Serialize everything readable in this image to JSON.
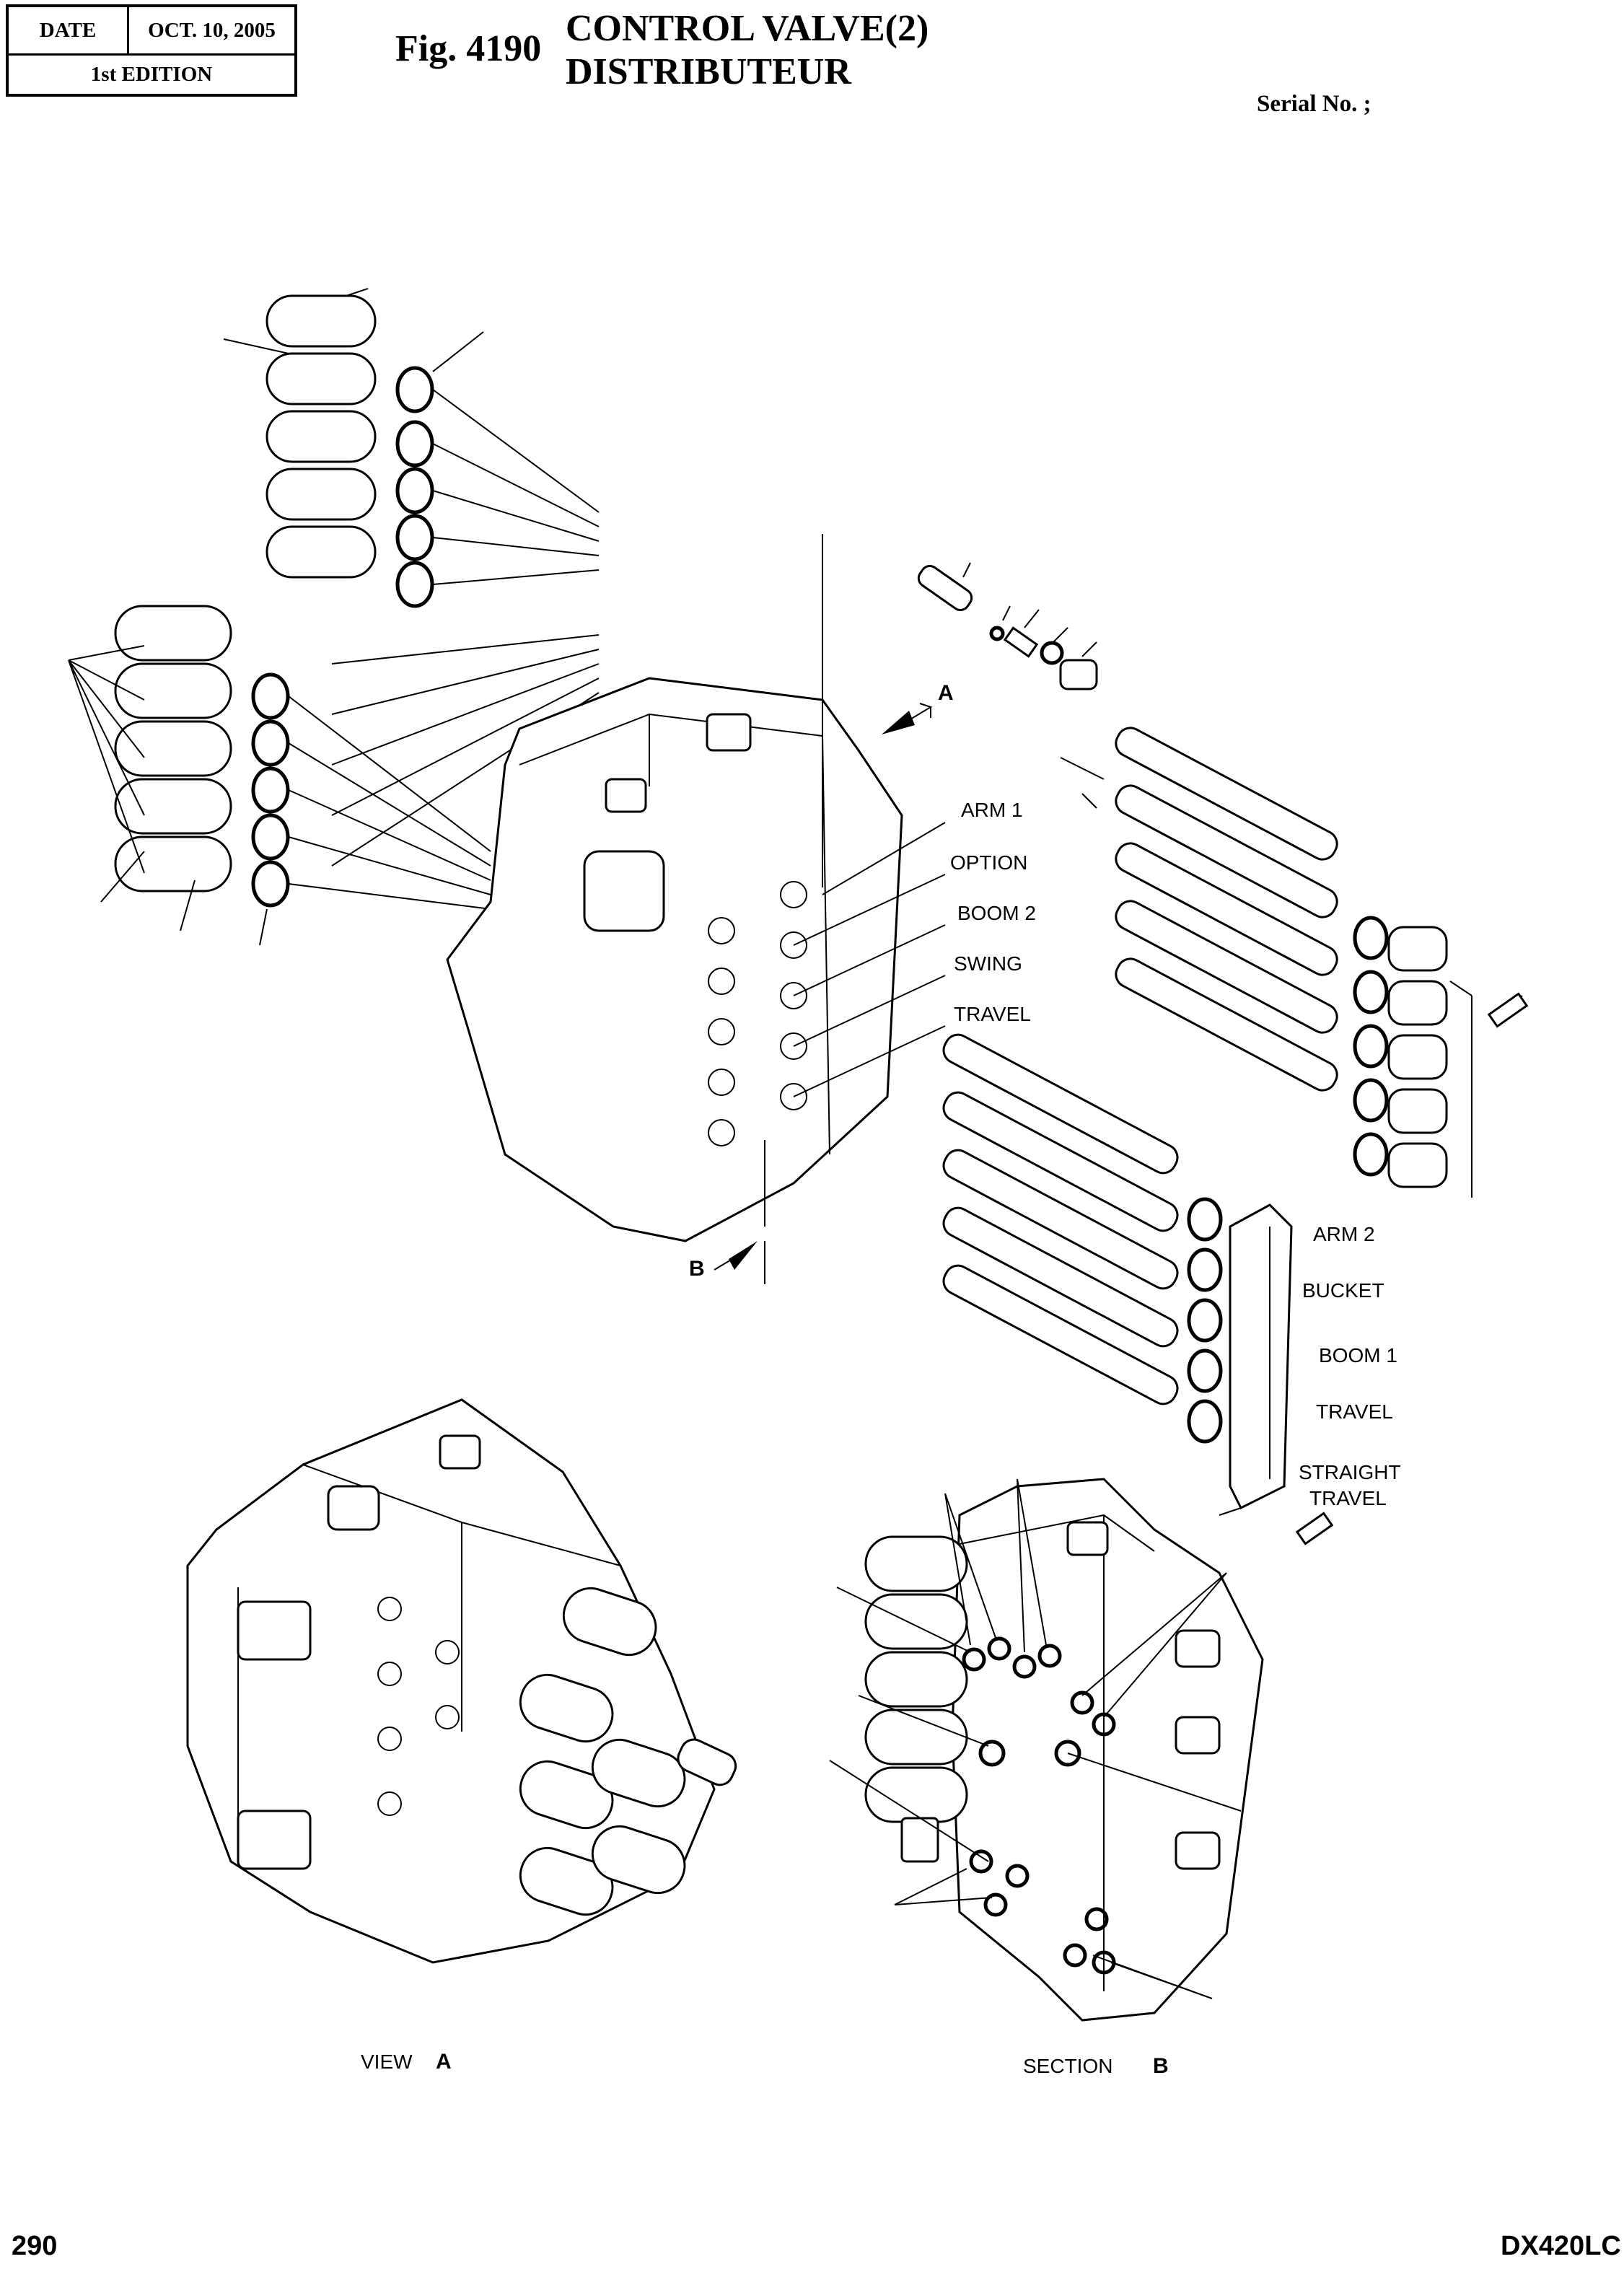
{
  "header": {
    "date_label": "DATE",
    "date_value": "OCT. 10, 2005",
    "edition": "1st EDITION"
  },
  "figure": {
    "number": "Fig. 4190",
    "title_line1": "CONTROL VALVE(2)",
    "title_line2": "DISTRIBUTEUR",
    "serial": "Serial No. ;"
  },
  "labels": {
    "arrow_a": "A",
    "arrow_b": "B",
    "upper_spools": [
      "ARM 1",
      "OPTION",
      "BOOM 2",
      "SWING",
      "TRAVEL"
    ],
    "lower_spools": [
      "ARM 2",
      "BUCKET",
      "BOOM 1",
      "TRAVEL"
    ],
    "straight_travel_1": "STRAIGHT",
    "straight_travel_2": "TRAVEL",
    "view_a_text": "VIEW",
    "view_a_letter": "A",
    "section_b_text": "SECTION",
    "section_b_letter": "B"
  },
  "footer": {
    "page": "290",
    "model": "DX420LC"
  }
}
